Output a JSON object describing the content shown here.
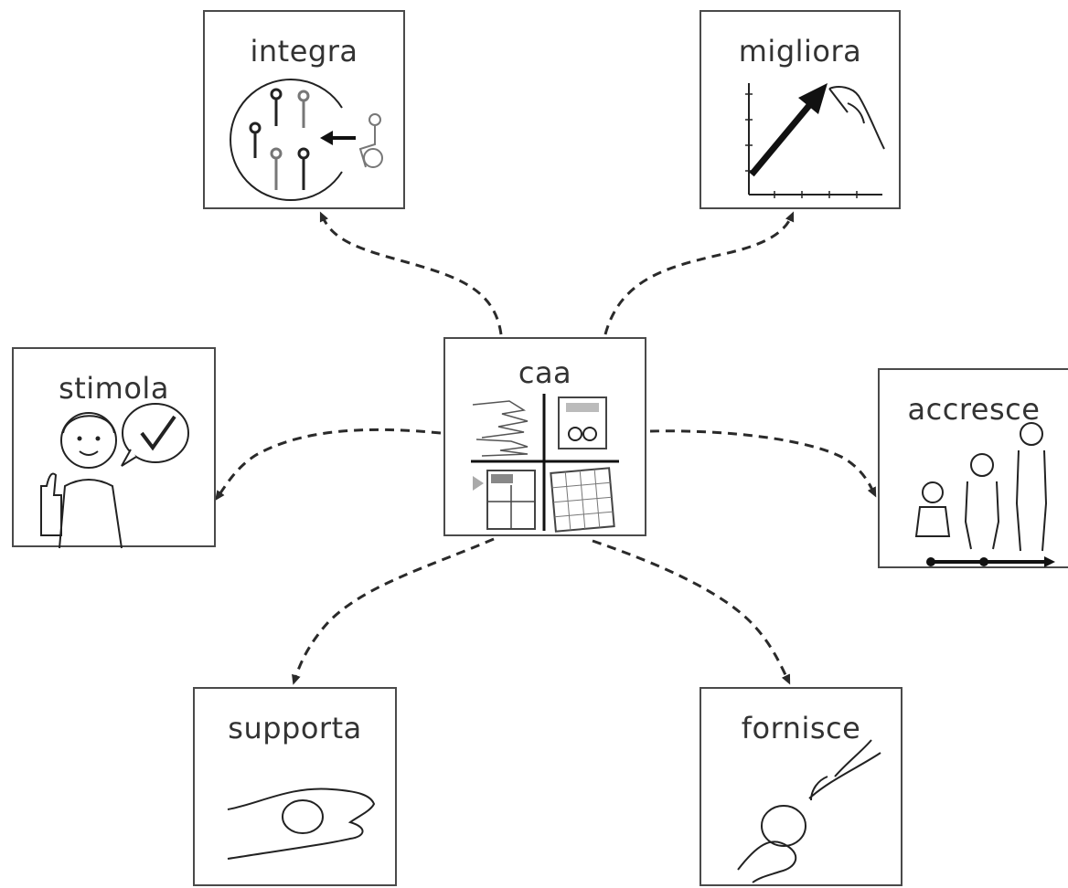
{
  "center": {
    "label": "caa",
    "icon": "aac-symbols-icon"
  },
  "outcomes": {
    "integra": {
      "label": "integra",
      "icon": "inclusion-circle-icon"
    },
    "migliora": {
      "label": "migliora",
      "icon": "improvement-graph-icon"
    },
    "stimola": {
      "label": "stimola",
      "icon": "thumbs-up-boy-icon"
    },
    "accresce": {
      "label": "accresce",
      "icon": "growing-people-icon"
    },
    "supporta": {
      "label": "supporta",
      "icon": "supporting-hand-icon"
    },
    "fornisce": {
      "label": "fornisce",
      "icon": "giving-hands-icon"
    }
  },
  "edges": [
    {
      "from": "caa",
      "to": "integra"
    },
    {
      "from": "caa",
      "to": "migliora"
    },
    {
      "from": "caa",
      "to": "stimola"
    },
    {
      "from": "caa",
      "to": "accresce"
    },
    {
      "from": "caa",
      "to": "supporta"
    },
    {
      "from": "caa",
      "to": "fornisce"
    }
  ],
  "style": {
    "line_color": "#2a2a2a",
    "border_color": "#4a4a4a"
  }
}
